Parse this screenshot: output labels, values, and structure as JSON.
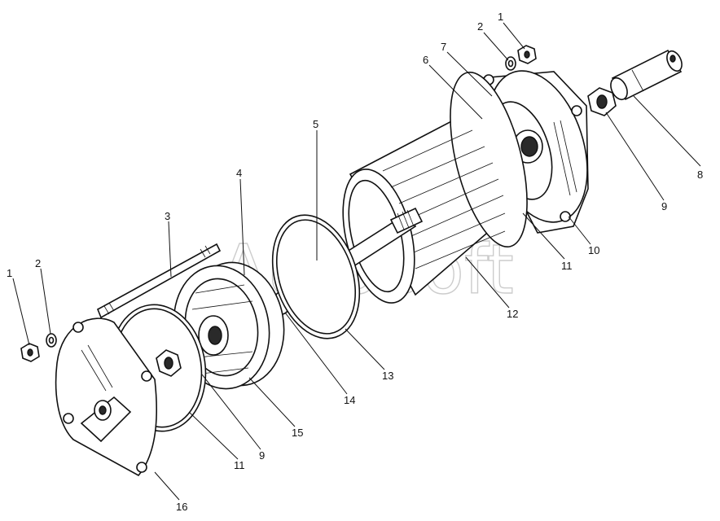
{
  "diagram": {
    "watermark": "AutoSoft",
    "callouts": {
      "nut_right": "1",
      "washer_right": "2",
      "tie_rod": "3",
      "rotor_disk": "4",
      "shaft": "5",
      "housing_bore": "6",
      "housing_flange": "7",
      "coupling_sleeve": "8",
      "nut_right_large": "9",
      "housing": "10",
      "gasket_right": "11",
      "stator_drum": "12",
      "o_ring": "13",
      "shaft_collar": "14",
      "rotor_plate": "15",
      "nut_left": "1",
      "washer_left": "2",
      "gasket_left": "11",
      "nut_left_large": "9",
      "end_cover": "16"
    }
  }
}
